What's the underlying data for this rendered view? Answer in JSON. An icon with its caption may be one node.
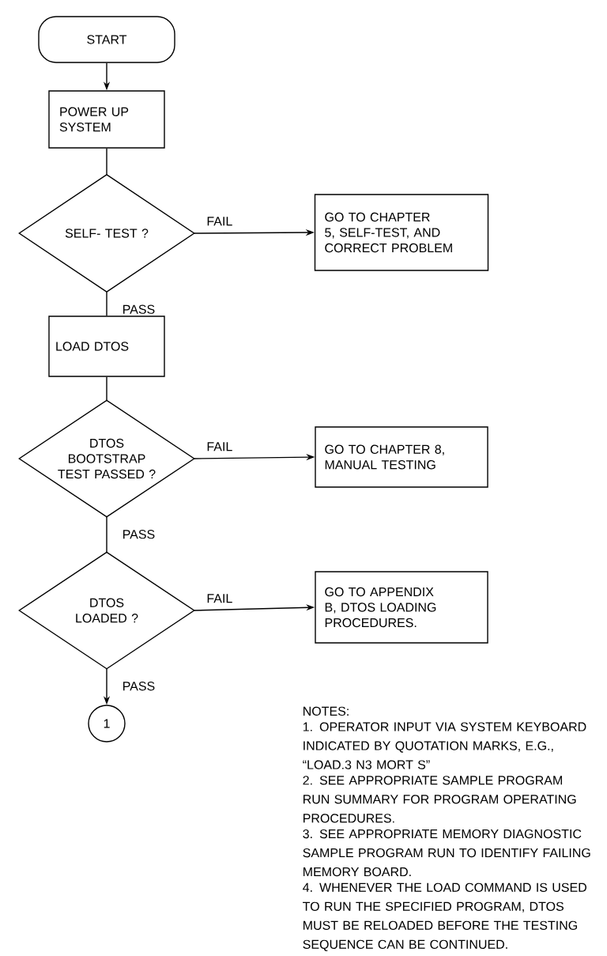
{
  "diagram": {
    "nodes": [
      {
        "text": [
          "START"
        ]
      },
      {
        "text": [
          "POWER UP SYSTEM"
        ]
      },
      {
        "text": [
          "SELF- TEST ?"
        ]
      },
      {
        "text": [
          "GO TO CHAPTER 5, SELF-TEST, AND CORRECT PROBLEM"
        ]
      },
      {
        "text": [
          "LOAD DTOS"
        ]
      },
      {
        "text": [
          "DTOS BOOTSTRAP TEST PASSED ?"
        ]
      },
      {
        "text": [
          "GO TO CHAPTER 8, MANUAL TESTING"
        ]
      },
      {
        "text": [
          "DTOS LOADED ?"
        ]
      },
      {
        "text": [
          "GO TO APPENDIX B, DTOS LOADING PROCEDURES."
        ]
      },
      {
        "text": [
          "1"
        ]
      }
    ],
    "edges": [
      {
        "from": 0,
        "to": 1,
        "arrow": "to"
      },
      {
        "from": 1,
        "to": 2,
        "arrow": "none"
      },
      {
        "from": 2,
        "to": 3,
        "arrow": "to",
        "label": "FAIL"
      },
      {
        "from": 2,
        "to": 4,
        "arrow": "none",
        "label": "PASS"
      },
      {
        "from": 4,
        "to": 5,
        "arrow": "none"
      },
      {
        "from": 5,
        "to": 6,
        "arrow": "to",
        "label": "FAIL"
      },
      {
        "from": 5,
        "to": 7,
        "arrow": "none",
        "label": "PASS"
      },
      {
        "from": 7,
        "to": 8,
        "arrow": "to",
        "label": "FAIL"
      },
      {
        "from": 7,
        "to": 9,
        "arrow": "to",
        "label": "PASS"
      }
    ],
    "labels": [
      "NOTES:",
      "1. OPERATOR INPUT VIA SYSTEM KEYBOARD INDICATED BY QUOTATION MARKS, E.G., “LOAD.3 N3 MORT S”",
      "2. SEE APPROPRIATE SAMPLE PROGRAM RUN SUMMARY FOR PROGRAM OPERATING PROCEDURES.",
      "3. SEE APPROPRIATE MEMORY DIAGNOSTIC SAMPLE PROGRAM RUN TO IDENTIFY FAILING MEMORY BOARD.",
      "4. WHENEVER THE LOAD COMMAND IS USED TO RUN THE SPECIFIED PROGRAM, DTOS MUST BE RELOADED BEFORE THE TESTING SEQUENCE CAN BE CONTINUED."
    ]
  }
}
